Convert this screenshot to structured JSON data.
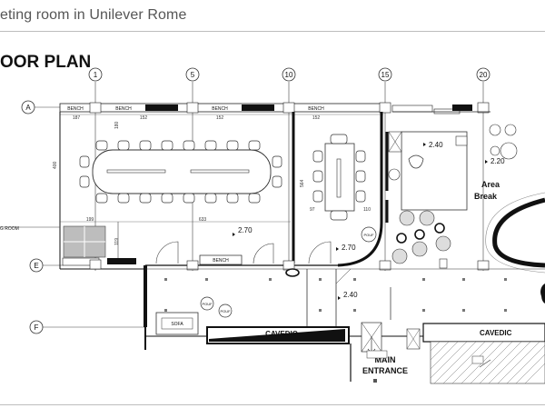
{
  "header": {
    "title": "eting room in Unilever Rome"
  },
  "plan": {
    "title": "OOR PLAN",
    "grid_columns": [
      "1",
      "5",
      "10",
      "15",
      "20"
    ],
    "grid_rows": [
      "A",
      "E",
      "F"
    ],
    "bench_labels": [
      "BENCH",
      "BENCH",
      "BENCH",
      "BENCH"
    ],
    "dimensions": [
      "187",
      "152",
      "152",
      "152",
      "199",
      "633",
      "97",
      "110"
    ],
    "vertical_dimensions": [
      "180",
      "400",
      "564",
      "119"
    ],
    "heights": [
      "2.70",
      "2.70",
      "2.40",
      "2.40",
      "2.20"
    ],
    "room_label_left": "G ROOM",
    "area_break": [
      "Area",
      "Break"
    ],
    "sofa": "SOFA",
    "pouf": "POUF",
    "cavedio": [
      "CAVEDIO",
      "CAVEDIC"
    ],
    "main_entrance": [
      "MAIN",
      "ENTRANCE"
    ]
  }
}
